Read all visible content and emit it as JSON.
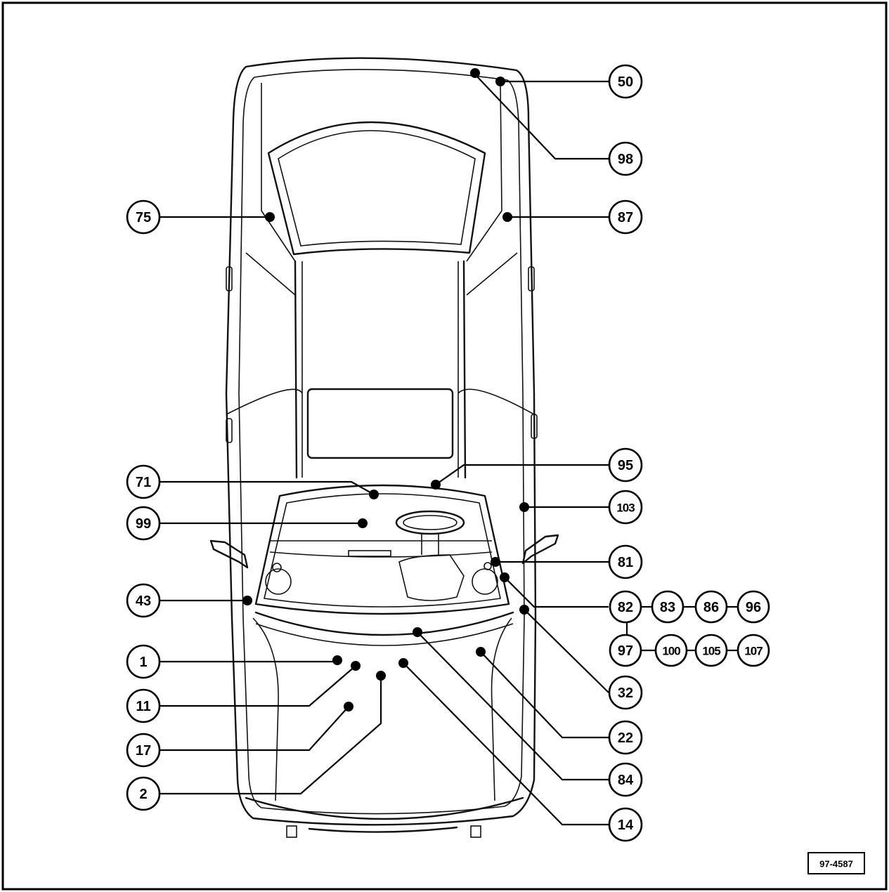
{
  "diagram": {
    "reference_code": "97-4587",
    "callouts": [
      {
        "id": "c50",
        "label": "50"
      },
      {
        "id": "c98",
        "label": "98"
      },
      {
        "id": "c75",
        "label": "75"
      },
      {
        "id": "c87",
        "label": "87"
      },
      {
        "id": "c95",
        "label": "95"
      },
      {
        "id": "c71",
        "label": "71"
      },
      {
        "id": "c103",
        "label": "103"
      },
      {
        "id": "c99",
        "label": "99"
      },
      {
        "id": "c81",
        "label": "81"
      },
      {
        "id": "c43",
        "label": "43"
      },
      {
        "id": "c82",
        "label": "82"
      },
      {
        "id": "c83",
        "label": "83"
      },
      {
        "id": "c86",
        "label": "86"
      },
      {
        "id": "c96",
        "label": "96"
      },
      {
        "id": "c97",
        "label": "97"
      },
      {
        "id": "c100",
        "label": "100"
      },
      {
        "id": "c105",
        "label": "105"
      },
      {
        "id": "c107",
        "label": "107"
      },
      {
        "id": "c1",
        "label": "1"
      },
      {
        "id": "c32",
        "label": "32"
      },
      {
        "id": "c11",
        "label": "11"
      },
      {
        "id": "c22",
        "label": "22"
      },
      {
        "id": "c17",
        "label": "17"
      },
      {
        "id": "c84",
        "label": "84"
      },
      {
        "id": "c2",
        "label": "2"
      },
      {
        "id": "c14",
        "label": "14"
      }
    ]
  }
}
